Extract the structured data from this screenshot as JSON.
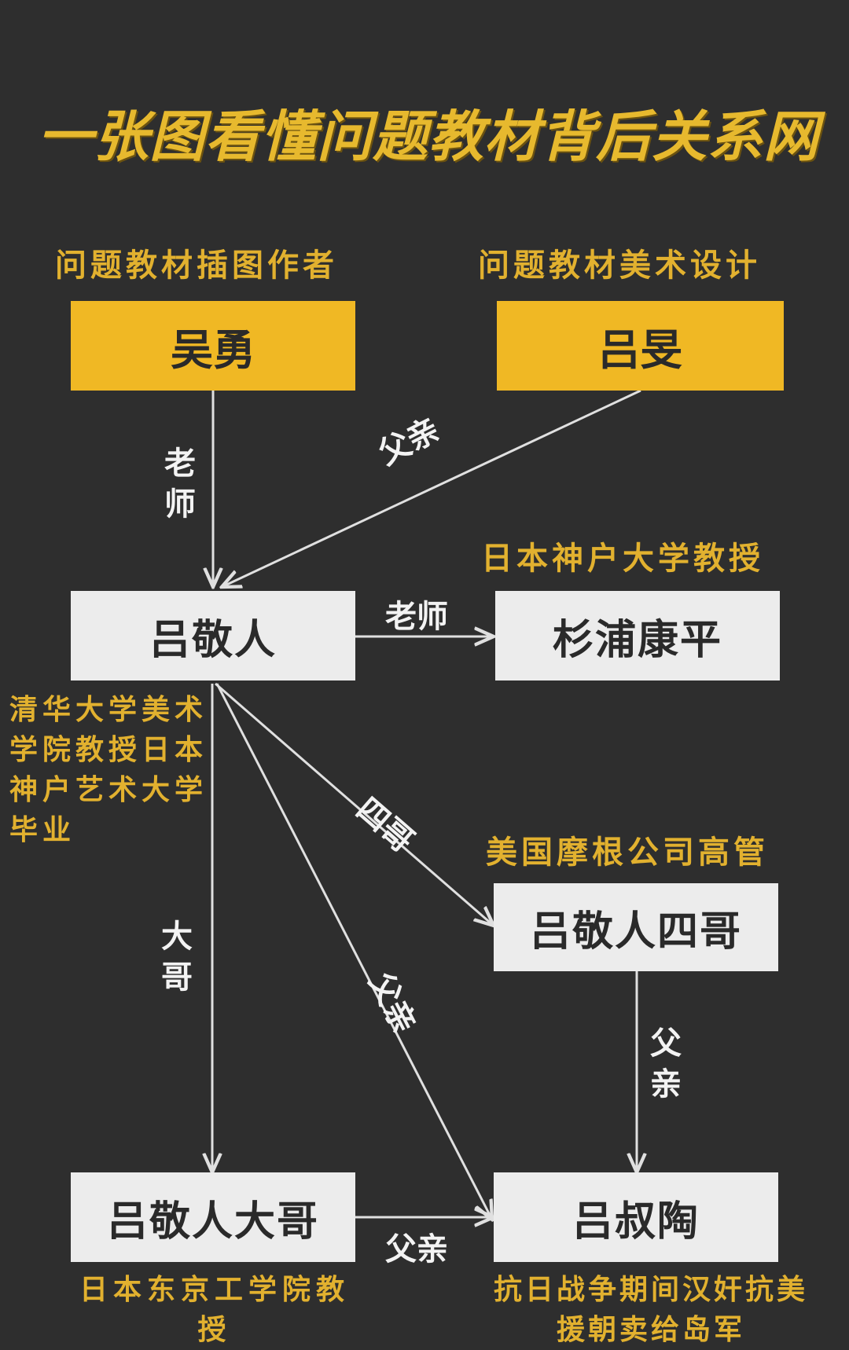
{
  "title": "一张图看懂问题教材背后关系网",
  "captions": {
    "illustrator": "问题教材插图作者",
    "art_design": "问题教材美术设计",
    "kobe_professor": "日本神户大学教授",
    "lu_jingren_desc": "清华大学美术学院教授日本神户艺术大学毕业",
    "morgan": "美国摩根公司高管",
    "tokyo": "日本东京工学院教授",
    "traitor": "抗日战争期间汉奸抗美援朝卖给岛军"
  },
  "nodes": {
    "wu_yong": "吴勇",
    "lu_min": "吕旻",
    "lu_jingren": "吕敬人",
    "sugiura": "杉浦康平",
    "fourth_brother": "吕敬人四哥",
    "eldest_brother": "吕敬人大哥",
    "lu_shutao": "吕叔陶"
  },
  "relations": {
    "wu_to_lu": "老师",
    "lumin_to_lu": "父亲",
    "lu_to_sugiura": "老师",
    "lu_to_fourth": "四哥",
    "lu_to_eldest": "大哥",
    "lu_to_shutao": "父亲",
    "fourth_to_shutao": "父亲",
    "eldest_to_shutao": "父亲"
  },
  "colors": {
    "background": "#2e2e2e",
    "gold": "#f0b824",
    "caption": "#e2b12f",
    "box_white": "#ececec",
    "line": "#e0e0e0"
  }
}
